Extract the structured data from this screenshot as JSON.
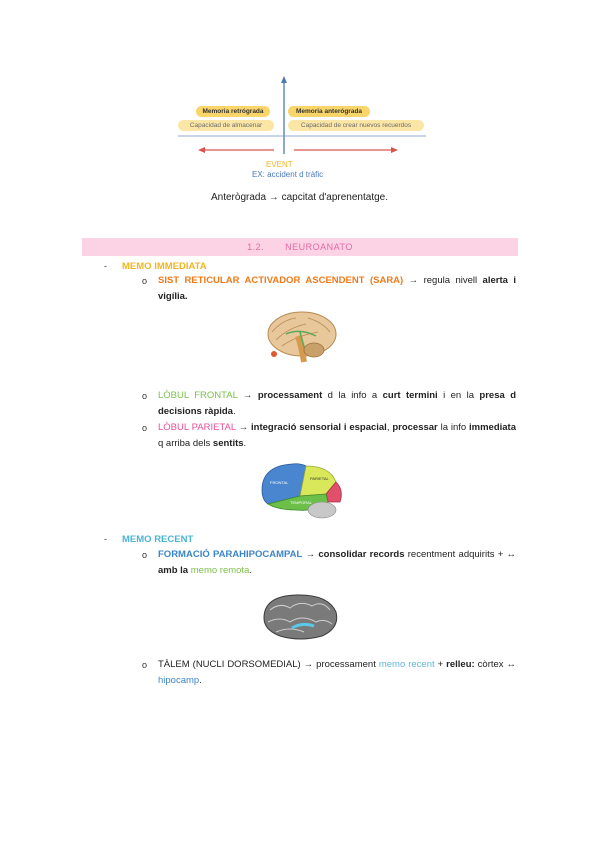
{
  "diagram": {
    "retro_title": "Memoria retrógrada",
    "retro_sub": "Capacidad de almacenar",
    "antero_title": "Memoria anterógrada",
    "antero_sub": "Capacidad de crear nuevos recuerdos",
    "event": "EVENT",
    "example": "EX: accident d tràfic"
  },
  "caption": "Anterògrada → capcitat d'aprenentatge.",
  "section": {
    "number": "1.2.",
    "title": "NEUROANATO"
  },
  "memo_immediata": {
    "heading": "MEMO IMMEDIATA",
    "sara": {
      "term": "SIST RETICULAR ACTIVADOR ASCENDENT (SARA)",
      "t1": " → regula nivell ",
      "b1": "alerta i vigília."
    },
    "frontal": {
      "term": "LÒBUL FRONTAL",
      "t1": " → ",
      "b1": "processament",
      "t2": " d la info a ",
      "b2": "curt termini",
      "t3": " i en la ",
      "b3": "presa d decisions ràpida",
      "t4": "."
    },
    "parietal": {
      "term": "LÒBUL PARIETAL",
      "t1": " → ",
      "b1": "integració sensorial i espacial",
      "t2": ", ",
      "b2": "processar",
      "t3": " la info ",
      "b3": "immediata",
      "t4": " q arriba dels ",
      "b4": "sentits",
      "t5": "."
    },
    "brain_labels": [
      "FRONTAL",
      "PARIETAL",
      "TEMPORAL"
    ]
  },
  "memo_recent": {
    "heading": "MEMO RECENT",
    "formacio": {
      "term": "FORMACIÓ PARAHIPOCAMPAL",
      "t1": " → ",
      "b1": "consolidar records",
      "t2": " recentment adquirits + ↔ ",
      "b2": "amb la",
      "t3": " ",
      "g1": "memo remota",
      "t4": "."
    },
    "talem": {
      "t1": "TÀLEM (NUCLI DORSOMEDIAL) → processament ",
      "c1": "memo recent",
      "t2": " + ",
      "b1": "relleu:",
      "t3": " còrtex ↔ ",
      "c2": "hipocamp",
      "t4": "."
    }
  },
  "bullets": {
    "dash": "-",
    "circle": "o"
  },
  "colors": {
    "banner_bg": "#fbd3e4",
    "banner_text": "#e46aa6",
    "orange": "#f07a1a",
    "green": "#7cc04a",
    "pink": "#e9509a",
    "blue": "#3b86c8",
    "yellow": "#f1b622"
  }
}
